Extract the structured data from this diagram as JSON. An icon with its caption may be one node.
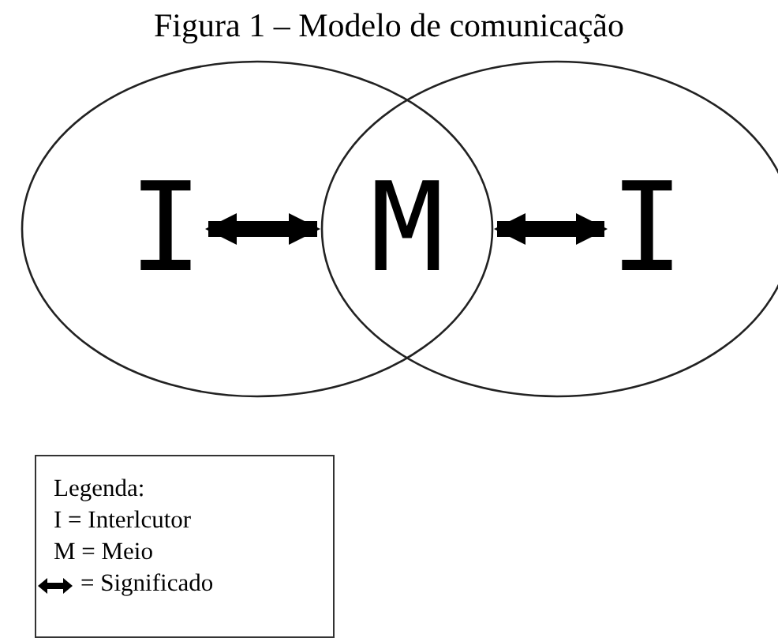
{
  "diagram": {
    "title": "Figura 1 – Modelo de comunicação",
    "nodes": [
      {
        "text": [],
        "shape": "ellipse"
      },
      {
        "text": [],
        "shape": "ellipse"
      },
      {
        "text": [
          "I"
        ],
        "in": 0
      },
      {
        "text": [
          "M"
        ]
      },
      {
        "text": [
          "I"
        ],
        "in": 1
      }
    ],
    "edges": [
      {
        "from": 2,
        "to": 3,
        "arrow": "both"
      },
      {
        "from": 3,
        "to": 4,
        "arrow": "both"
      }
    ],
    "labels": [
      "Legenda:",
      "I = Interlcutor",
      "M = Meio"
    ],
    "legend": [
      {
        "text": "= Significado"
      }
    ]
  }
}
